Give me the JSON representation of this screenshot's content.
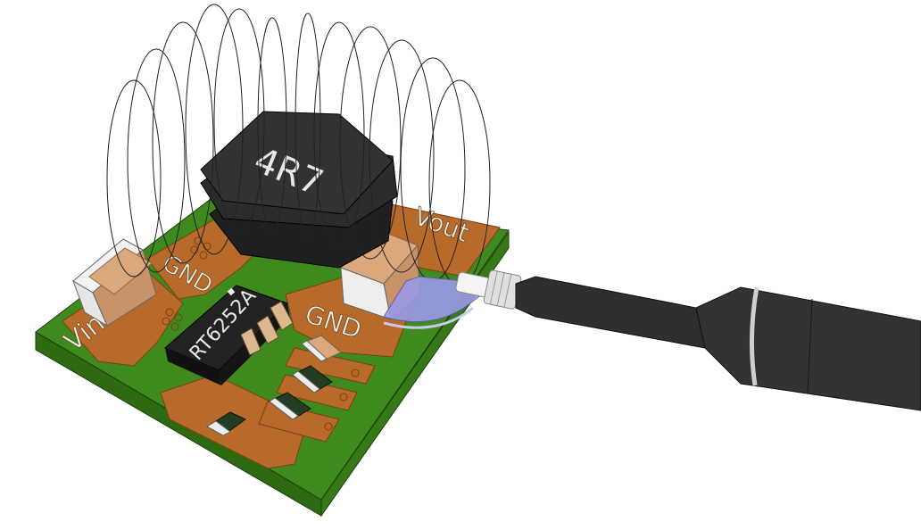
{
  "illustration": {
    "subject": "Buck converter PCB with inductor magnetic field and oscilloscope probe",
    "inductor_marking": "4R7",
    "ic_marking": "RT6252A",
    "silkscreen_labels": {
      "vin": "Vin",
      "gnd_left": "GND",
      "gnd_right": "GND",
      "vout": "Vout"
    }
  },
  "colors": {
    "background": "#ffffff",
    "pcb_green": "#3f8a1c",
    "pcb_green_dark": "#2d6a12",
    "copper": "#b86a2a",
    "copper_dark": "#8a4a18",
    "component_black": "#2b2b2b",
    "capacitor_tan": "#d9a77a",
    "capacitor_end": "#eeeeee",
    "probe_clip": "#8f8fe0",
    "probe_body": "#2f2f2f"
  }
}
